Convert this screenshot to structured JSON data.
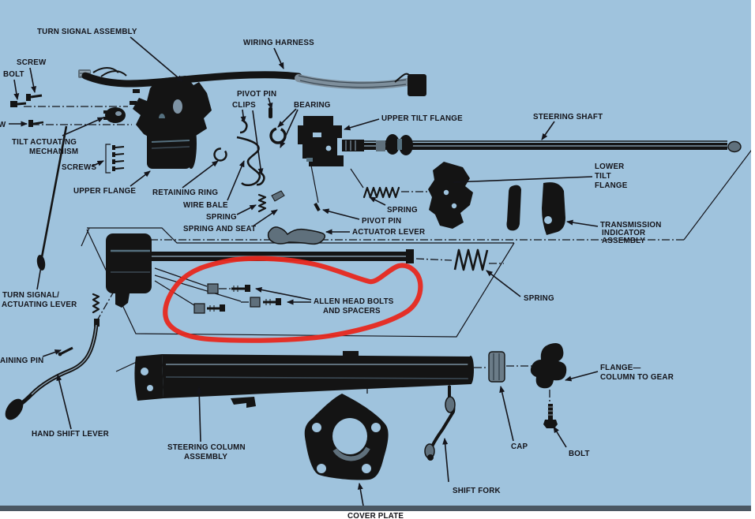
{
  "diagram": {
    "title_context": "Steering column exploded parts diagram",
    "background_color": "#9fc3dd",
    "footer_bar_color": "#4a5762",
    "annotation": {
      "shape": "freehand-red-circle",
      "target_label": "ALLEN HEAD BOLTS AND SPACERS",
      "color": "#e8281e"
    },
    "labels": [
      {
        "id": "turn-signal-assembly",
        "text": "TURN SIGNAL ASSEMBLY"
      },
      {
        "id": "screw-top",
        "text": "SCREW"
      },
      {
        "id": "bolt-top",
        "text": "BOLT"
      },
      {
        "id": "screw-left-cut",
        "text": "W"
      },
      {
        "id": "tilt-actuating-line1",
        "text": "TILT ACTUATING"
      },
      {
        "id": "tilt-actuating-line2",
        "text": "MECHANISM"
      },
      {
        "id": "screws",
        "text": "SCREWS"
      },
      {
        "id": "upper-flange",
        "text": "UPPER FLANGE"
      },
      {
        "id": "wiring-harness",
        "text": "WIRING HARNESS"
      },
      {
        "id": "pivot-pin-top",
        "text": "PIVOT PIN"
      },
      {
        "id": "clips",
        "text": "CLIPS"
      },
      {
        "id": "bearing",
        "text": "BEARING"
      },
      {
        "id": "upper-tilt-flange",
        "text": "UPPER TILT FLANGE"
      },
      {
        "id": "steering-shaft",
        "text": "STEERING SHAFT"
      },
      {
        "id": "lower-tilt-flange-line1",
        "text": "LOWER"
      },
      {
        "id": "lower-tilt-flange-line2",
        "text": "TILT"
      },
      {
        "id": "lower-tilt-flange-line3",
        "text": "FLANGE"
      },
      {
        "id": "transmission-line1",
        "text": "TRANSMISSION"
      },
      {
        "id": "transmission-line2",
        "text": "INDICATOR"
      },
      {
        "id": "transmission-line3",
        "text": "ASSEMBLY"
      },
      {
        "id": "retaining-ring",
        "text": "RETAINING RING"
      },
      {
        "id": "wire-bale",
        "text": "WIRE BALE"
      },
      {
        "id": "spring-mid-left",
        "text": "SPRING"
      },
      {
        "id": "spring-and-seat",
        "text": "SPRING AND SEAT"
      },
      {
        "id": "pivot-pin-mid",
        "text": "PIVOT PIN"
      },
      {
        "id": "actuator-lever",
        "text": "ACTUATOR LEVER"
      },
      {
        "id": "spring-under-shaft",
        "text": "SPRING"
      },
      {
        "id": "spring-middle-right",
        "text": "SPRING"
      },
      {
        "id": "allen-head-line1",
        "text": "ALLEN HEAD BOLTS"
      },
      {
        "id": "allen-head-line2",
        "text": "AND SPACERS"
      },
      {
        "id": "turn-signal-lever-line1",
        "text": "TURN SIGNAL/"
      },
      {
        "id": "turn-signal-lever-line2",
        "text": "ACTUATING LEVER"
      },
      {
        "id": "retaining-pin-cut",
        "text": "AINING PIN"
      },
      {
        "id": "hand-shift-lever",
        "text": "HAND SHIFT LEVER"
      },
      {
        "id": "steering-column-line1",
        "text": "STEERING COLUMN"
      },
      {
        "id": "steering-column-line2",
        "text": "ASSEMBLY"
      },
      {
        "id": "cover-plate",
        "text": "COVER PLATE"
      },
      {
        "id": "shift-fork",
        "text": "SHIFT FORK"
      },
      {
        "id": "cap",
        "text": "CAP"
      },
      {
        "id": "bolt-bottom",
        "text": "BOLT"
      },
      {
        "id": "flange-column-line1",
        "text": "FLANGE—"
      },
      {
        "id": "flange-column-line2",
        "text": "COLUMN TO GEAR"
      }
    ]
  }
}
